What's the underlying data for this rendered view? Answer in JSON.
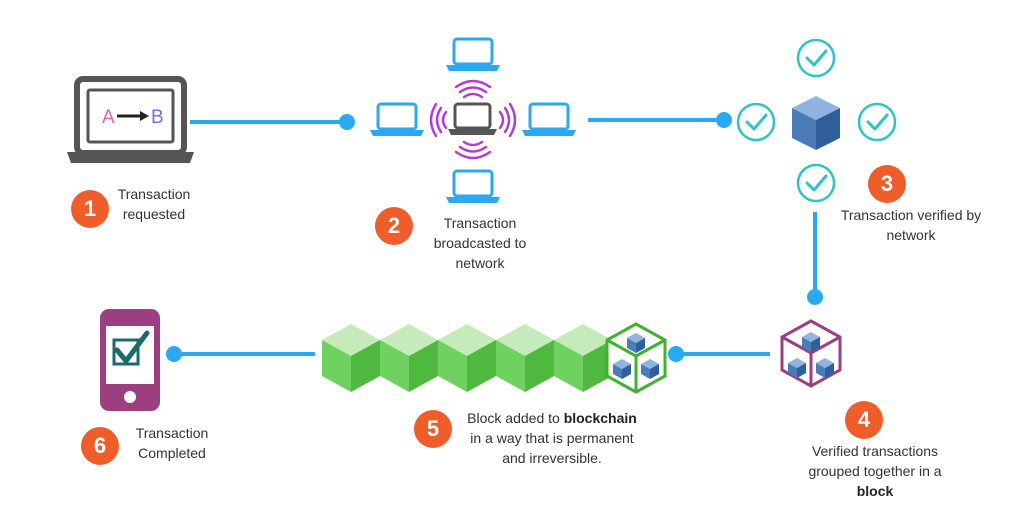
{
  "colors": {
    "connector": "#2aa8f2",
    "badge": "#ef5d2b",
    "laptop": "#2aa8f2",
    "laptop_dark": "#555555",
    "wifi": "#b03fcf",
    "check": "#2dc4c4",
    "cube_blue": "#4a7cb8",
    "block_green": "#5cc94a",
    "block_purple": "#9b3f80",
    "phone": "#9b3f80"
  },
  "steps": [
    {
      "number": "1",
      "text": "Transaction requested"
    },
    {
      "number": "2",
      "text": "Transaction broadcasted to network"
    },
    {
      "number": "3",
      "text": "Transaction verified by network"
    },
    {
      "number": "4",
      "text_before": "Verified transactions grouped together in a",
      "text_bold": "block"
    },
    {
      "number": "5",
      "text_before": "Block added to",
      "text_bold": "blockchain",
      "text_after": "in a way that is permanent and irreversible."
    },
    {
      "number": "6",
      "text": "Transaction Completed"
    }
  ],
  "laptop_screen": {
    "from": "A",
    "to": "B"
  }
}
